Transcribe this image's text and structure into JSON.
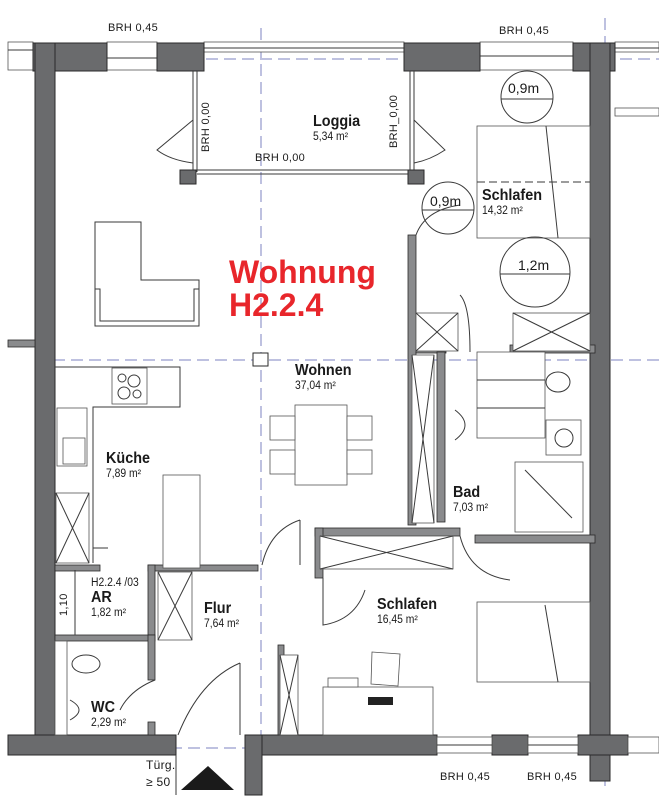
{
  "title": {
    "line1": "Wohnung",
    "line2": "H2.2.4",
    "color": "#e8262b"
  },
  "rooms": [
    {
      "id": "loggia",
      "name": "Loggia",
      "area": "5,34 m²"
    },
    {
      "id": "schlafen1",
      "name": "Schlafen",
      "area": "14,32 m²"
    },
    {
      "id": "wohnen",
      "name": "Wohnen",
      "area": "37,04 m²"
    },
    {
      "id": "kueche",
      "name": "Küche",
      "area": "7,89 m²"
    },
    {
      "id": "bad",
      "name": "Bad",
      "area": "7,03 m²"
    },
    {
      "id": "ar",
      "name": "AR",
      "area": "1,82 m²",
      "code": "H2.2.4 /03"
    },
    {
      "id": "flur",
      "name": "Flur",
      "area": "7,64 m²"
    },
    {
      "id": "schlafen2",
      "name": "Schlafen",
      "area": "16,45 m²"
    },
    {
      "id": "wc",
      "name": "WC",
      "area": "2,29 m²"
    }
  ],
  "brh_labels": {
    "top_left": "BRH  0,45",
    "top_right": "BRH  0,45",
    "loggia_left": "BRH  0,00",
    "loggia_right": "BRH_0,00",
    "loggia_bottom": "BRH  0,00",
    "bottom_mid": "BRH  0,45",
    "bottom_right": "BRH  0,45"
  },
  "clearances": {
    "schlafen_top": "0,9m",
    "schlafen_side": "0,9m",
    "bad": "1,2m"
  },
  "dimensions": {
    "ar_width": "1,10",
    "door_label_1": "Türg.",
    "door_label_2": "≥ 50"
  },
  "colors": {
    "wall": "#6a6b6d",
    "axis": "#7d83c0",
    "accent": "#e8262b"
  }
}
